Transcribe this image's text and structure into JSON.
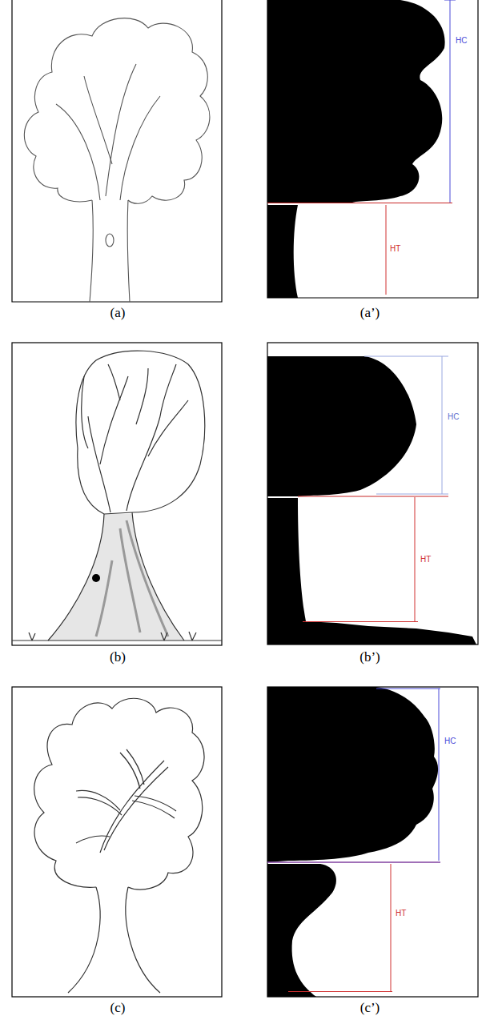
{
  "diagram": {
    "labels": [
      "(a)",
      "(a’)",
      "HC",
      "HT",
      "(b)",
      "(b’)",
      "HC",
      "HT",
      "(c)",
      "(c’)",
      "HC",
      "HT"
    ]
  }
}
